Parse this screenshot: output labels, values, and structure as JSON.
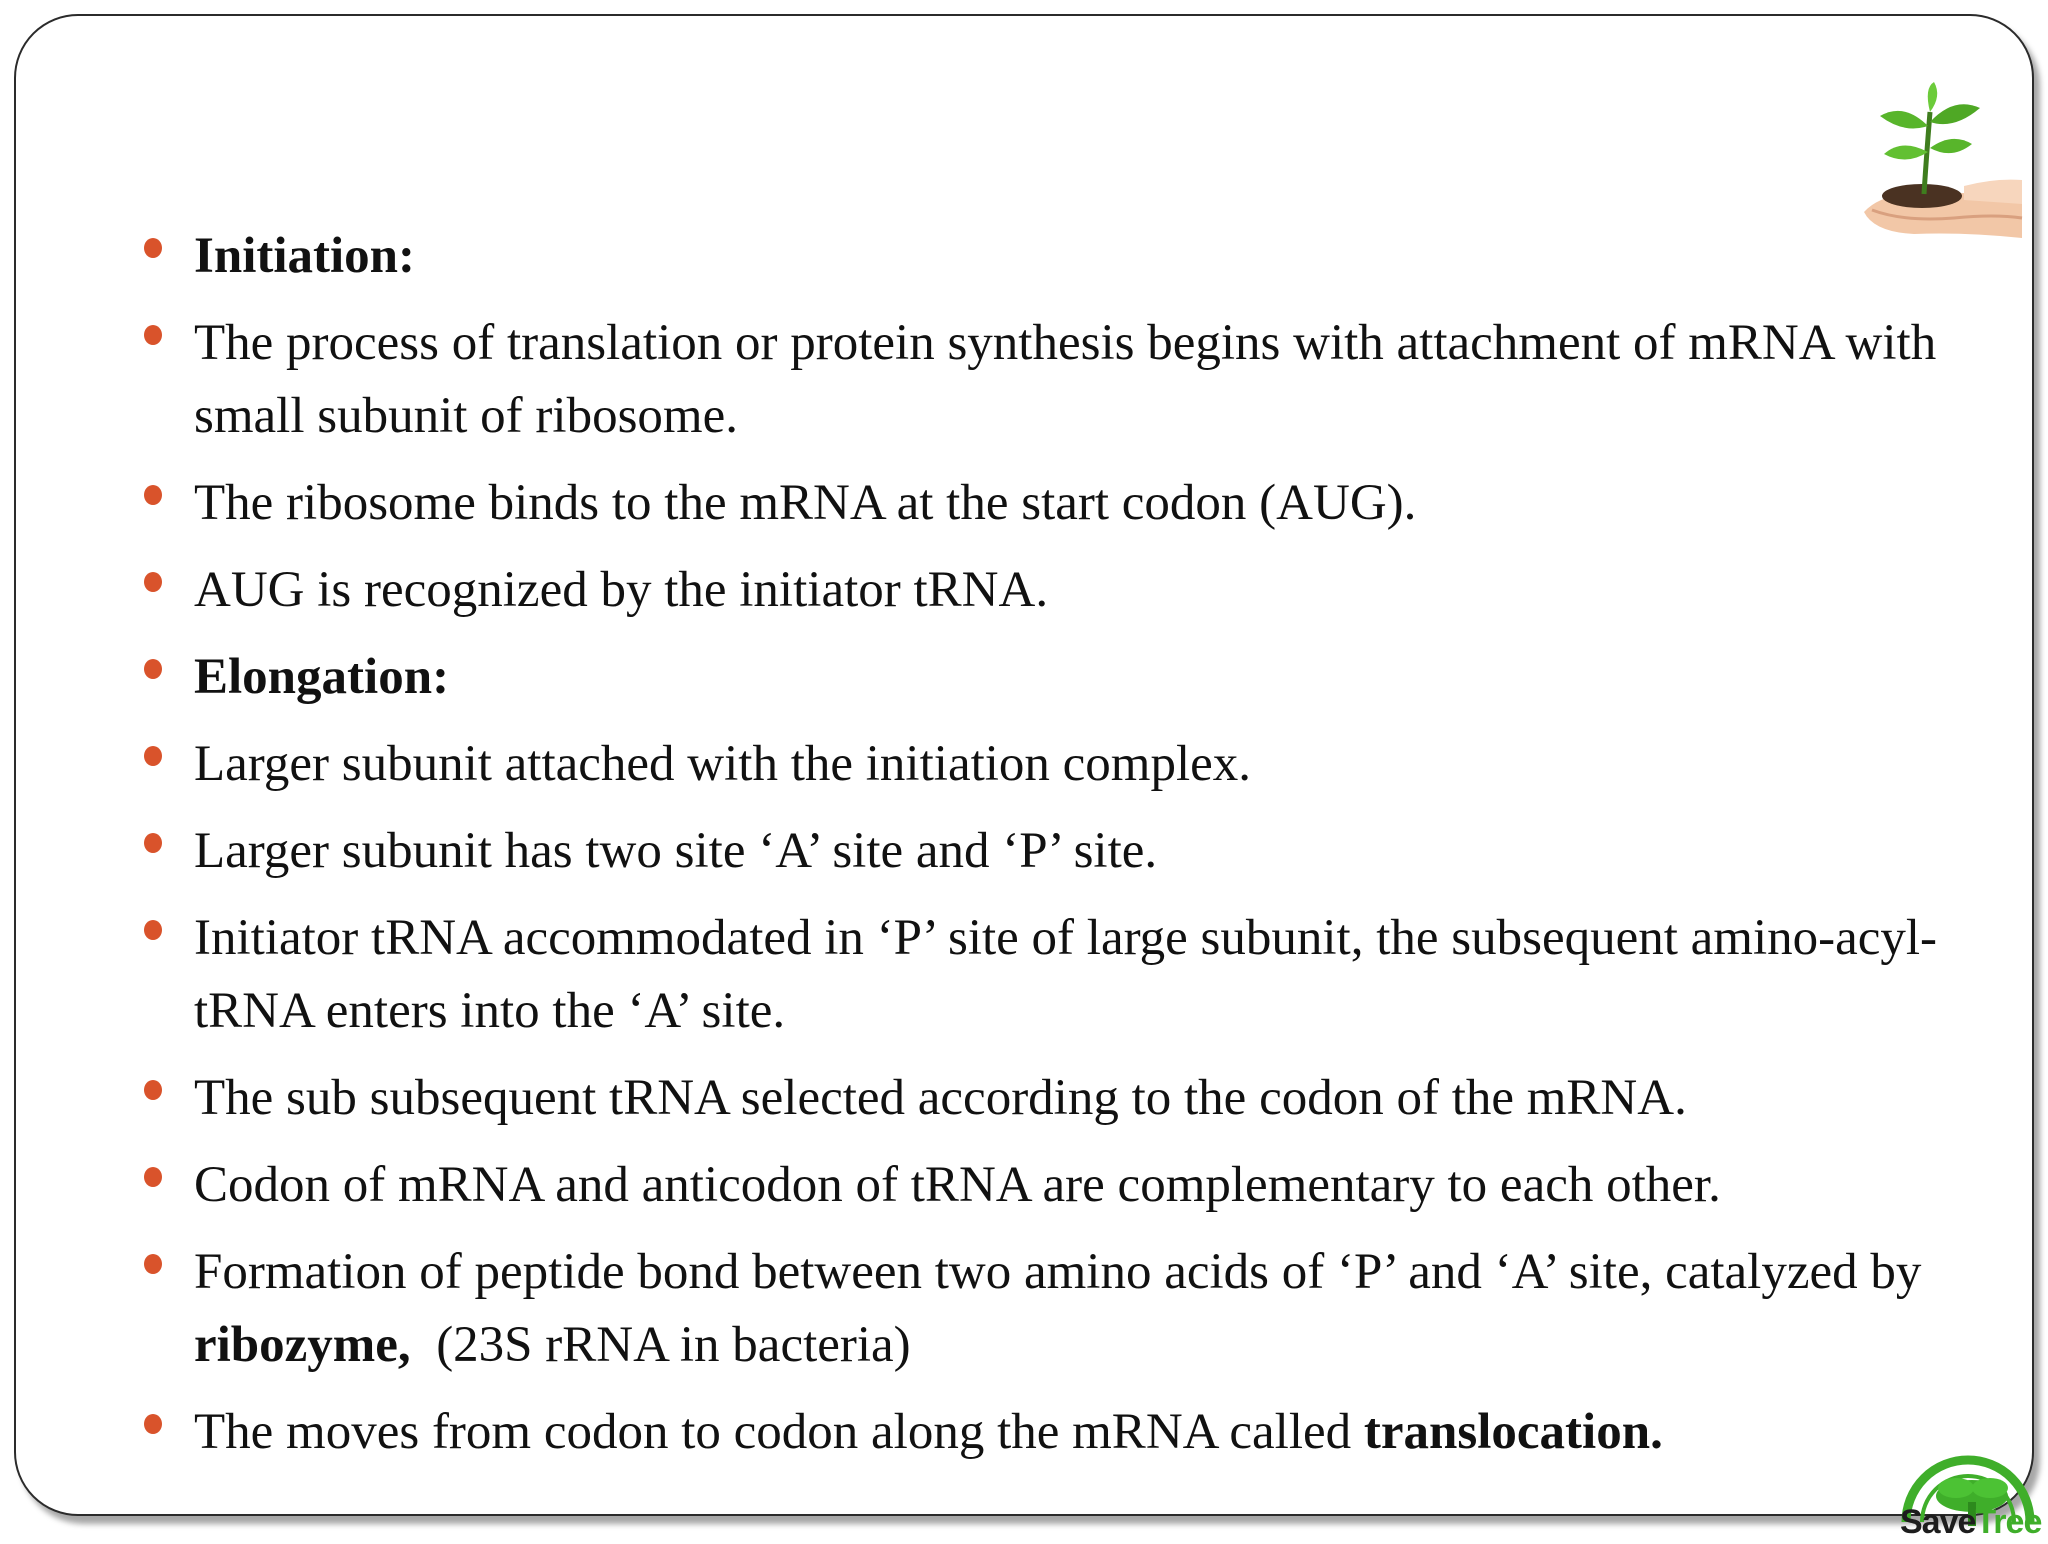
{
  "bullets": [
    {
      "runs": [
        {
          "text": "Initiation:",
          "bold": true
        }
      ]
    },
    {
      "runs": [
        {
          "text": "The process of translation or protein synthesis begins with attachment of mRNA with small subunit of ribosome.",
          "bold": false
        }
      ]
    },
    {
      "runs": [
        {
          "text": "The ribosome binds to the mRNA at the start codon (AUG).",
          "bold": false
        }
      ]
    },
    {
      "runs": [
        {
          "text": "AUG is recognized by the initiator tRNA.",
          "bold": false
        }
      ]
    },
    {
      "runs": [
        {
          "text": "Elongation:",
          "bold": true
        }
      ]
    },
    {
      "runs": [
        {
          "text": "Larger subunit attached with the initiation complex.",
          "bold": false
        }
      ]
    },
    {
      "runs": [
        {
          "text": "Larger subunit has two site ‘A’ site and ‘P’ site.",
          "bold": false
        }
      ]
    },
    {
      "runs": [
        {
          "text": "Initiator tRNA accommodated in ‘P’ site of large subunit, the subsequent amino-acyl-tRNA enters into the ‘A’ site.",
          "bold": false
        }
      ]
    },
    {
      "runs": [
        {
          "text": "The sub subsequent tRNA selected according to the codon of the mRNA.",
          "bold": false
        }
      ]
    },
    {
      "runs": [
        {
          "text": "Codon of mRNA and anticodon of tRNA are complementary to each other.",
          "bold": false
        }
      ]
    },
    {
      "runs": [
        {
          "text": "Formation of peptide bond between two amino acids of ‘P’ and ‘A’ site, catalyzed by ",
          "bold": false
        },
        {
          "text": "ribozyme,",
          "bold": true
        },
        {
          "text": "  (23S rRNA in bacteria)",
          "bold": false
        }
      ]
    },
    {
      "runs": [
        {
          "text": "The moves from codon to codon along the mRNA called ",
          "bold": false
        },
        {
          "text": "translocation.",
          "bold": true
        }
      ]
    }
  ],
  "logo": {
    "word1": "Save",
    "word2": "Tree"
  },
  "icons": {
    "decoration": "plant-in-hands-image",
    "bullet": "round-bullet",
    "logo": "save-tree-logo"
  },
  "colors": {
    "bullet": "#d9532b",
    "text": "#111111",
    "logo_green": "#3fae2a"
  }
}
